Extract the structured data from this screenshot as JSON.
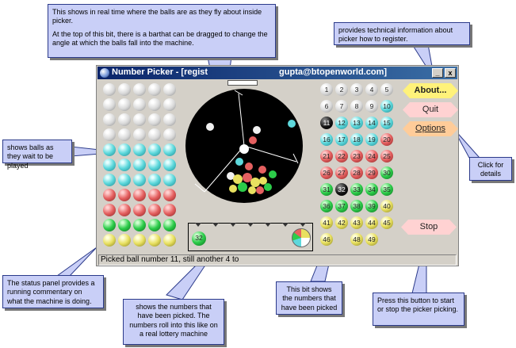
{
  "window": {
    "title": "Number Picker - [regist",
    "title_tail": "gupta@btopenworld.com]",
    "min_label": "_",
    "close_label": "x"
  },
  "status": "Picked ball number 11, still another 4 to",
  "buttons": {
    "about": "About...",
    "quit": "Quit",
    "options": "Options",
    "stop": "Stop"
  },
  "colors": {
    "about_btn": "#fff27a",
    "quit_btn": "#ffd2d2",
    "options_btn": "#ffcc99",
    "stop_btn": "#ffd2d2",
    "callout_bg": "#c9cff7"
  },
  "picked_tray_number": "32",
  "picked_grid": [
    {
      "n": "1",
      "c": "white"
    },
    {
      "n": "2",
      "c": "white"
    },
    {
      "n": "3",
      "c": "white"
    },
    {
      "n": "4",
      "c": "white"
    },
    {
      "n": "5",
      "c": "white"
    },
    {
      "n": "6",
      "c": "white"
    },
    {
      "n": "7",
      "c": "white"
    },
    {
      "n": "8",
      "c": "white"
    },
    {
      "n": "9",
      "c": "white"
    },
    {
      "n": "10",
      "c": "cyan"
    },
    {
      "n": "11",
      "c": "black"
    },
    {
      "n": "12",
      "c": "cyan"
    },
    {
      "n": "13",
      "c": "cyan"
    },
    {
      "n": "14",
      "c": "cyan"
    },
    {
      "n": "15",
      "c": "cyan"
    },
    {
      "n": "16",
      "c": "cyan"
    },
    {
      "n": "17",
      "c": "cyan"
    },
    {
      "n": "18",
      "c": "cyan"
    },
    {
      "n": "19",
      "c": "cyan"
    },
    {
      "n": "20",
      "c": "red"
    },
    {
      "n": "21",
      "c": "red"
    },
    {
      "n": "22",
      "c": "red"
    },
    {
      "n": "23",
      "c": "red"
    },
    {
      "n": "24",
      "c": "red"
    },
    {
      "n": "25",
      "c": "red"
    },
    {
      "n": "26",
      "c": "red"
    },
    {
      "n": "27",
      "c": "red"
    },
    {
      "n": "28",
      "c": "red"
    },
    {
      "n": "29",
      "c": "red"
    },
    {
      "n": "30",
      "c": "green"
    },
    {
      "n": "31",
      "c": "green"
    },
    {
      "n": "32",
      "c": "black"
    },
    {
      "n": "33",
      "c": "green"
    },
    {
      "n": "34",
      "c": "green"
    },
    {
      "n": "35",
      "c": "green"
    },
    {
      "n": "36",
      "c": "green"
    },
    {
      "n": "37",
      "c": "green"
    },
    {
      "n": "38",
      "c": "green"
    },
    {
      "n": "39",
      "c": "green"
    },
    {
      "n": "40",
      "c": "yellow"
    },
    {
      "n": "41",
      "c": "yellow"
    },
    {
      "n": "42",
      "c": "yellow"
    },
    {
      "n": "43",
      "c": "yellow"
    },
    {
      "n": "44",
      "c": "yellow"
    },
    {
      "n": "45",
      "c": "yellow"
    },
    {
      "n": "46",
      "c": "yellow"
    },
    {
      "n": "",
      "c": "none"
    },
    {
      "n": "48",
      "c": "yellow"
    },
    {
      "n": "49",
      "c": "yellow"
    },
    {
      "n": "",
      "c": "none"
    }
  ],
  "waiting_grid_colors": [
    "white",
    "white",
    "white",
    "white",
    "cyan",
    "cyan",
    "cyan",
    "red",
    "red",
    "green",
    "yellow"
  ],
  "callouts": {
    "drum": [
      "This shows in real time where the balls are as they fly about inside picker.",
      "At the top of this bit, there is a barthat can be dragged to change the angle at which the balls fall into the machine."
    ],
    "about": "provides technical information about picker how to register.",
    "waiting": "shows balls as they wait to be played",
    "options": "Click for details",
    "status": "The status panel provides a running commentary on what the machine is doing.",
    "tray": "shows the numbers that have been picked. The numbers roll into this like on a real lottery machine",
    "picked": "This bit shows the numbers that have been picked",
    "stop": "Press this button to start or stop the picker picking."
  }
}
